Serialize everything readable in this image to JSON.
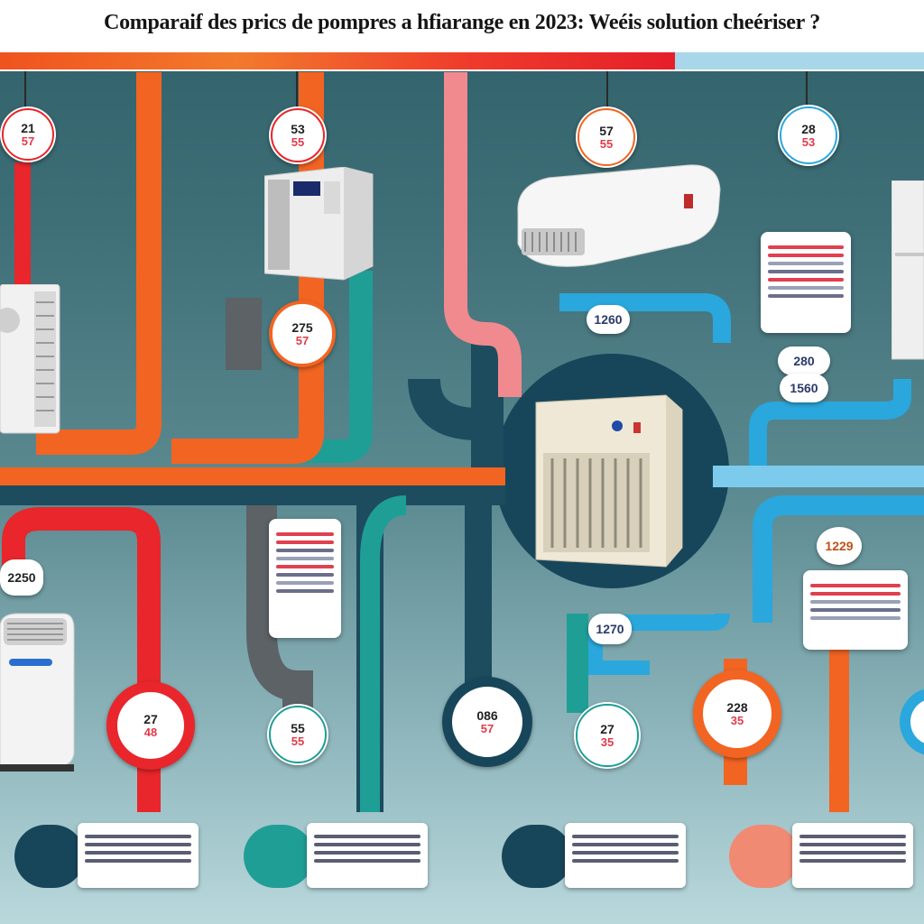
{
  "header": {
    "title": "Comparaif des prics de pompres a hfiarange en 2023: Weéis solution cheériser ?",
    "progress_fraction": 0.73
  },
  "colors": {
    "orange": "#f26422",
    "red": "#e8262b",
    "pink": "#f08a8e",
    "teal": "#1f9e96",
    "navy": "#17465a",
    "blue": "#2aa7dc",
    "light_blue": "#7ccbed",
    "gray": "#5c6266",
    "cream": "#efe8d6"
  },
  "badges": [
    {
      "top": "21",
      "sub": "57",
      "ring": "#e8262b"
    },
    {
      "top": "53",
      "sub": "55",
      "ring": "#e8262b"
    },
    {
      "top": "57",
      "sub": "55",
      "ring": "#f26422"
    },
    {
      "top": "28",
      "sub": "53",
      "ring": "#2aa7dc"
    },
    {
      "top": "275",
      "sub": "57",
      "ring": "#f26422"
    },
    {
      "top": "27",
      "sub": "48",
      "ring": "#e8262b"
    },
    {
      "top": "55",
      "sub": "55",
      "ring": "#1f9e96"
    },
    {
      "top": "086",
      "sub": "57",
      "ring": "#17465a"
    },
    {
      "top": "27",
      "sub": "35",
      "ring": "#1f9e96"
    },
    {
      "top": "228",
      "sub": "35",
      "ring": "#f26422"
    }
  ],
  "pills": [
    {
      "text": "1260"
    },
    {
      "text": "280"
    },
    {
      "text": "1560"
    },
    {
      "text": "1229"
    },
    {
      "text": "1270"
    },
    {
      "text": "2250"
    }
  ],
  "bottom_tabs": [
    {
      "color": "#17465a"
    },
    {
      "color": "#1f9e96"
    },
    {
      "color": "#17465a"
    },
    {
      "color": "#f08a72"
    }
  ]
}
